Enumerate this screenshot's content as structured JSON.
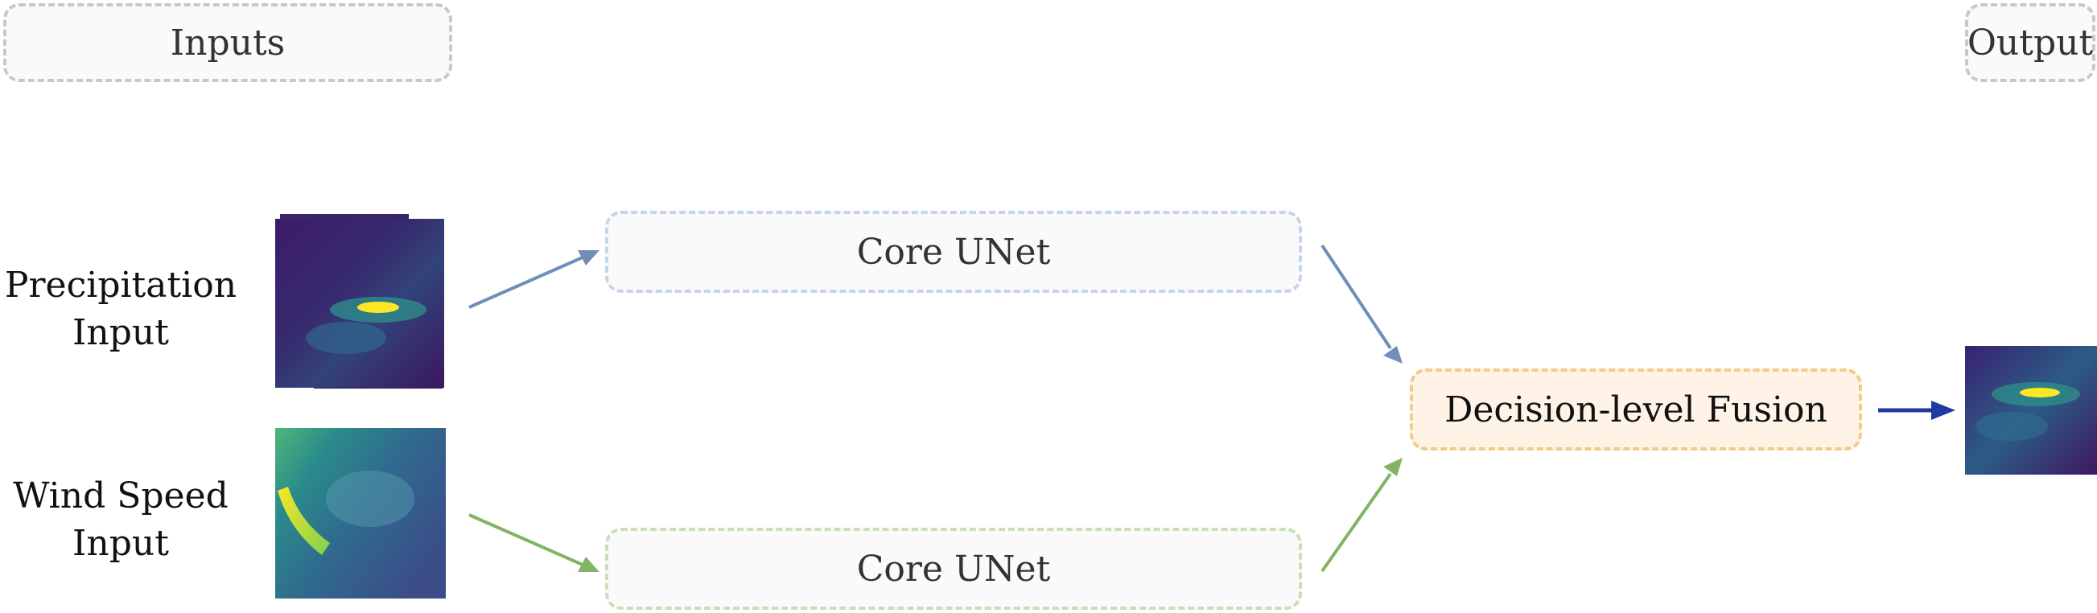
{
  "sections": {
    "inputs": "Inputs",
    "output": "Output"
  },
  "inputs": [
    {
      "label_line1": "Precipitation",
      "label_line2": "Input"
    },
    {
      "label_line1": "Wind Speed",
      "label_line2": "Input"
    }
  ],
  "branches": [
    {
      "label": "Core UNet"
    },
    {
      "label": "Core UNet"
    }
  ],
  "fusion": {
    "label": "Decision-level Fusion"
  },
  "colors": {
    "precip_arrow": "#6f8fba",
    "wind_arrow": "#82b366",
    "output_arrow": "#1f3aa3",
    "fusion_fill": "#fef3e6",
    "fusion_border": "#f1cc8a"
  }
}
